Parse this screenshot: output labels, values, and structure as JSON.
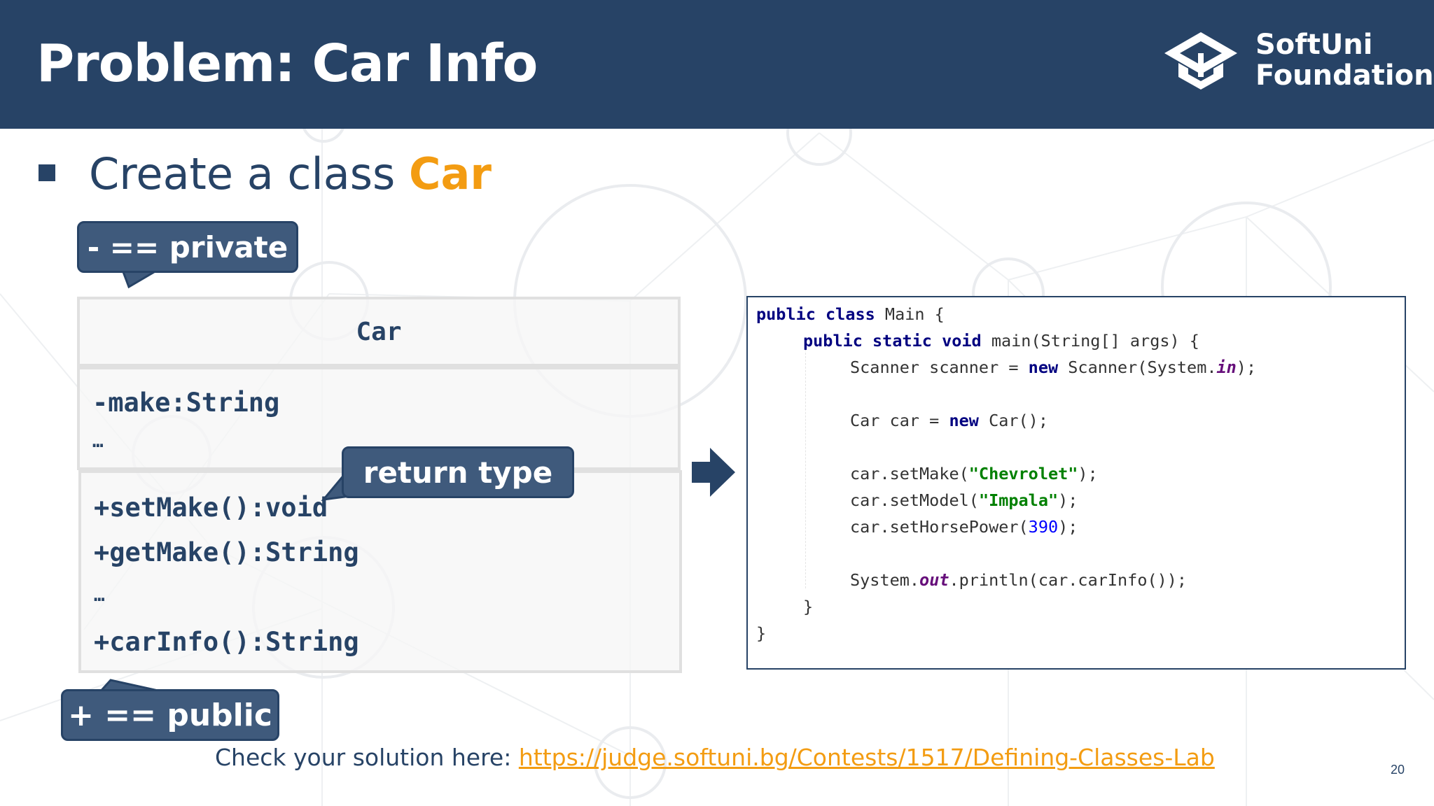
{
  "header": {
    "title": "Problem: Car Info",
    "logo_line1": "SoftUni",
    "logo_line2": "Foundation"
  },
  "bullet": {
    "prefix": "Create a class ",
    "highlight": "Car"
  },
  "callouts": {
    "private": "- == private",
    "return_type": "return type",
    "public": "+ == public"
  },
  "uml": {
    "class_name": "Car",
    "attributes": [
      "-make:String",
      "…"
    ],
    "methods": [
      "+setMake():void",
      "+getMake():String",
      "…",
      "+carInfo():String"
    ]
  },
  "code": {
    "l1_kw": "public class",
    "l1_rest": " Main {",
    "l2_kw": "public static void",
    "l2_rest": " main(String[] args) {",
    "l3_a": "Scanner scanner = ",
    "l3_kw": "new",
    "l3_b": " Scanner(System.",
    "l3_field": "in",
    "l3_c": ");",
    "l4_a": "Car car = ",
    "l4_kw": "new",
    "l4_b": " Car();",
    "l5_a": "car.setMake(",
    "l5_str": "\"Chevrolet\"",
    "l5_b": ");",
    "l6_a": "car.setModel(",
    "l6_str": "\"Impala\"",
    "l6_b": ");",
    "l7_a": "car.setHorsePower(",
    "l7_num": "390",
    "l7_b": ");",
    "l8_a": "System.",
    "l8_field": "out",
    "l8_b": ".println(car.carInfo());",
    "l9": "}",
    "l10": "}"
  },
  "footer": {
    "prefix": "Check your solution here: ",
    "link": "https://judge.softuni.bg/Contests/1517/Defining-Classes-Lab"
  },
  "page_number": "20",
  "colors": {
    "header_bg": "#274366",
    "accent_orange": "#f39c12",
    "callout_bg": "#3f5a7c",
    "text_navy": "#274366"
  }
}
